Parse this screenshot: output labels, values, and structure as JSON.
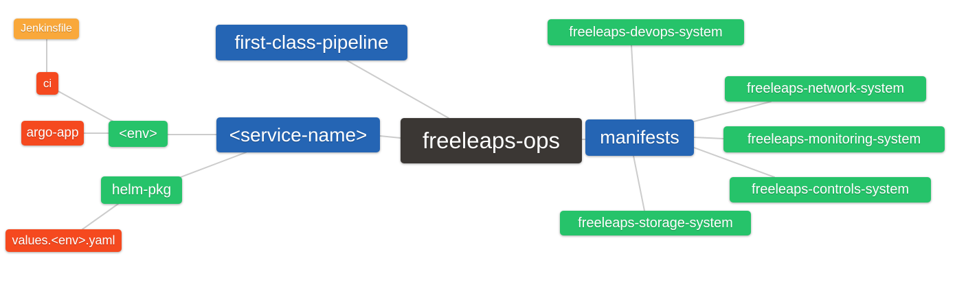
{
  "diagram": {
    "type": "mindmap",
    "root_label": "freeleaps-ops",
    "palette": {
      "blue": "#2565B4",
      "green": "#26C36A",
      "red": "#F5491F",
      "orange": "#F9A83B",
      "dark": "#3B3734",
      "connector": "#CCCCCC",
      "background": "#FFFFFF",
      "text": "#FFFFFF"
    },
    "nodes": [
      {
        "id": "jenkinsfile",
        "label": "Jenkinsfile",
        "color": "orange"
      },
      {
        "id": "ci",
        "label": "ci",
        "color": "red"
      },
      {
        "id": "argo-app",
        "label": "argo-app",
        "color": "red"
      },
      {
        "id": "env",
        "label": "<env>",
        "color": "green"
      },
      {
        "id": "first-class-pipeline",
        "label": "first-class-pipeline",
        "color": "blue"
      },
      {
        "id": "service-name",
        "label": "<service-name>",
        "color": "blue"
      },
      {
        "id": "freeleaps-ops",
        "label": "freeleaps-ops",
        "color": "dark"
      },
      {
        "id": "manifests",
        "label": "manifests",
        "color": "blue"
      },
      {
        "id": "helm-pkg",
        "label": "helm-pkg",
        "color": "green"
      },
      {
        "id": "values-env-yaml",
        "label": "values.<env>.yaml",
        "color": "red"
      },
      {
        "id": "freeleaps-devops-system",
        "label": "freeleaps-devops-system",
        "color": "green"
      },
      {
        "id": "freeleaps-network-system",
        "label": "freeleaps-network-system",
        "color": "green"
      },
      {
        "id": "freeleaps-monitoring-system",
        "label": "freeleaps-monitoring-system",
        "color": "green"
      },
      {
        "id": "freeleaps-controls-system",
        "label": "freeleaps-controls-system",
        "color": "green"
      },
      {
        "id": "freeleaps-storage-system",
        "label": "freeleaps-storage-system",
        "color": "green"
      }
    ],
    "edges": [
      [
        "jenkinsfile",
        "ci"
      ],
      [
        "ci",
        "env"
      ],
      [
        "argo-app",
        "env"
      ],
      [
        "env",
        "service-name"
      ],
      [
        "first-class-pipeline",
        "freeleaps-ops"
      ],
      [
        "service-name",
        "freeleaps-ops"
      ],
      [
        "helm-pkg",
        "service-name"
      ],
      [
        "values-env-yaml",
        "helm-pkg"
      ],
      [
        "freeleaps-ops",
        "manifests"
      ],
      [
        "manifests",
        "freeleaps-devops-system"
      ],
      [
        "manifests",
        "freeleaps-network-system"
      ],
      [
        "manifests",
        "freeleaps-monitoring-system"
      ],
      [
        "manifests",
        "freeleaps-controls-system"
      ],
      [
        "manifests",
        "freeleaps-storage-system"
      ]
    ]
  }
}
